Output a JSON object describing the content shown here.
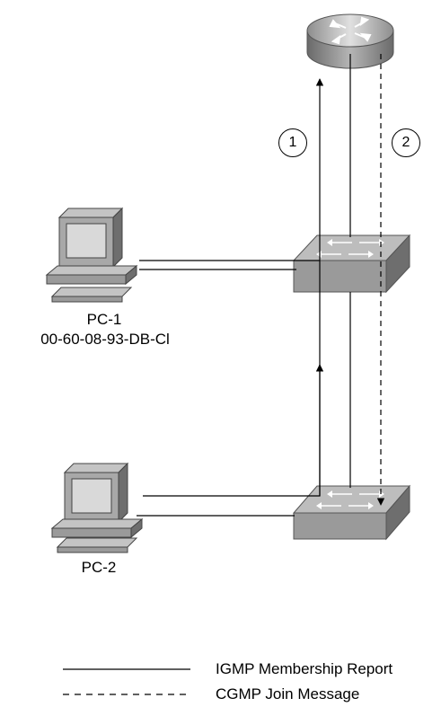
{
  "devices": {
    "pc1": {
      "name": "PC-1",
      "mac": "00-60-08-93-DB-Cl"
    },
    "pc2": {
      "name": "PC-2"
    }
  },
  "steps": [
    "1",
    "2"
  ],
  "legend": {
    "solid": "IGMP Membership Report",
    "dashed": "CGMP Join Message"
  },
  "colors": {
    "device_face": "#9e9e9e",
    "device_side": "#6f6f6f",
    "device_top": "#b9b9b9",
    "screen": "#d9d9d9",
    "line": "#000000"
  }
}
